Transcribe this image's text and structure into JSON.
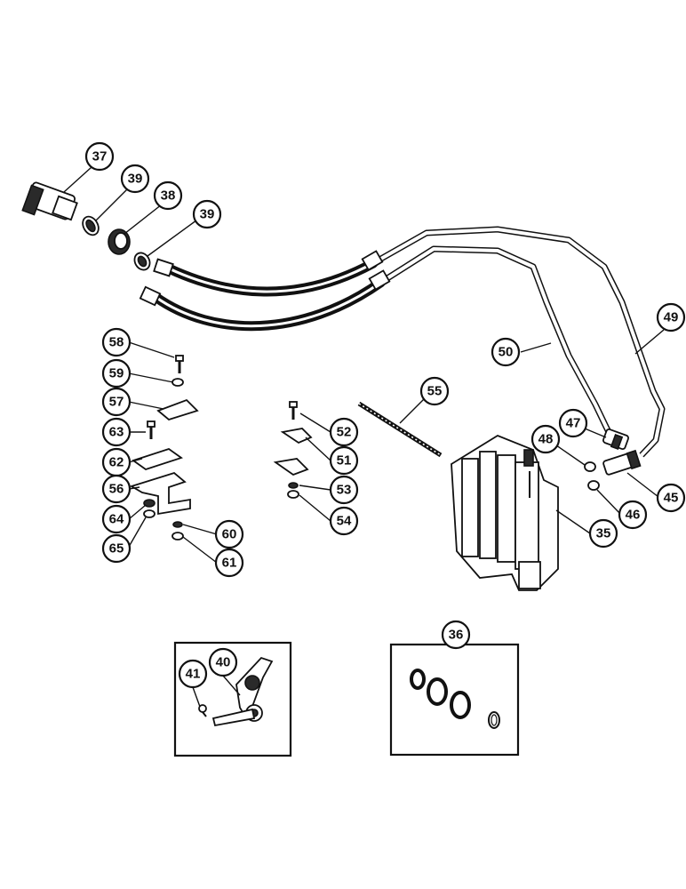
{
  "callouts": {
    "c37": "37",
    "c39a": "39",
    "c38": "38",
    "c39b": "39",
    "c49": "49",
    "c50": "50",
    "c55": "55",
    "c58": "58",
    "c59": "59",
    "c57": "57",
    "c63": "63",
    "c62": "62",
    "c56": "56",
    "c64": "64",
    "c65": "65",
    "c60": "60",
    "c61": "61",
    "c52": "52",
    "c51": "51",
    "c53": "53",
    "c54": "54",
    "c47": "47",
    "c48": "48",
    "c45": "45",
    "c46": "46",
    "c35": "35",
    "c36": "36",
    "c40": "40",
    "c41": "41"
  }
}
